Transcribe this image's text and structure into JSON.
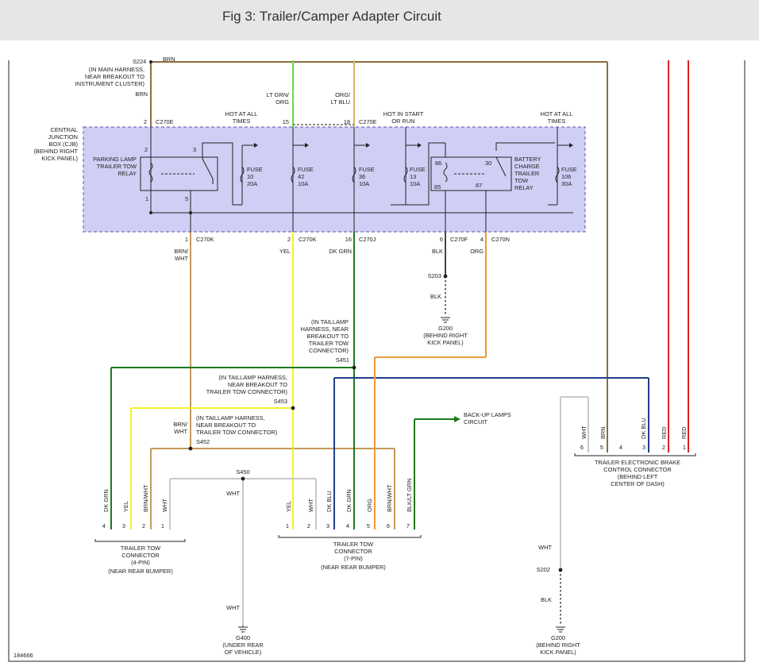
{
  "title": "Fig 3: Trailer/Camper Adapter Circuit",
  "figure_number": "184666",
  "colors": {
    "brn": "#8b6d3f",
    "ltgrn": "#66dd44",
    "ltblu_org": "#d9b56a",
    "wht": "#c8c8c8",
    "yel": "#f2f22a",
    "dkgrn": "#1e7a1e",
    "dkblu": "#1f3e8a",
    "org": "#e89c3a",
    "red": "#dd2222",
    "blk": "#222222",
    "cjb_fill": "#cfcff5",
    "cjb_border": "#5555aa"
  },
  "top": {
    "s224": "S224",
    "brn_top": "BRN",
    "s224_note": [
      "(IN MAIN HARNESS,",
      "NEAR BREAKOUT TO",
      "INSTRUMENT CLUSTER)"
    ],
    "brn": "BRN",
    "ltgrn_org": [
      "LT GRN/",
      "ORG"
    ],
    "org_ltblu": [
      "ORG/",
      "LT BLU"
    ],
    "pin2": "2",
    "c270e_a": "C270E",
    "pin15": "15",
    "pin18": "18",
    "c270e_b": "C270E",
    "hot_all_1": [
      "HOT AT ALL",
      "TIMES"
    ],
    "hot_start": [
      "HOT IN START",
      "OR RUN"
    ],
    "hot_all_2": [
      "HOT AT ALL",
      "TIMES"
    ]
  },
  "cjb": {
    "label": [
      "CENTRAL",
      "JUNCTION",
      "BOX (CJB)",
      "(BEHIND RIGHT",
      "KICK PANEL)"
    ],
    "relay1_label": [
      "PARKING LAMP",
      "TRAILER TOW",
      "RELAY"
    ],
    "relay1_pins": [
      "2",
      "3",
      "1",
      "5"
    ],
    "relay2_label": [
      "BATTERY",
      "CHARGE",
      "TRAILER",
      "TOW",
      "RELAY"
    ],
    "relay2_pins": [
      "86",
      "30",
      "85",
      "87"
    ],
    "fuses": [
      [
        "FUSE",
        "10",
        "20A"
      ],
      [
        "FUSE",
        "42",
        "10A"
      ],
      [
        "FUSE",
        "36",
        "10A"
      ],
      [
        "FUSE",
        "13",
        "10A"
      ],
      [
        "FUSE",
        "106",
        "30A"
      ]
    ]
  },
  "bottom_conn": {
    "p1": "1",
    "c270k_a": "C270K",
    "p2": "2",
    "c270k_b": "C270K",
    "p16": "16",
    "c270j": "C270J",
    "p6": "6",
    "c270f": "C270F",
    "p4": "4",
    "c270n": "C270N",
    "brn_wht": [
      "BRN/",
      "WHT"
    ],
    "yel": "YEL",
    "dkgrn": "DK GRN",
    "blk": "BLK",
    "org": "ORG"
  },
  "ground_right": {
    "s203": "S203",
    "blk": "BLK",
    "g200": "G200",
    "note": [
      "(BEHIND RIGHT",
      "KICK PANEL)"
    ]
  },
  "splices": {
    "s451_note": [
      "(IN TAILLAMP",
      "HARNESS, NEAR",
      "BREAKOUT TO",
      "TRAILER TOW",
      "CONNECTOR)"
    ],
    "s451": "S451",
    "s453_note": [
      "(IN TAILLAMP HARNESS,",
      "NEAR BREAKOUT TO",
      "TRAILER TOW CONNECTOR)"
    ],
    "s453": "S453",
    "s452_note": [
      "(IN TAILLAMP HARNESS,",
      "NEAR BREAKOUT TO",
      "TRAILER TOW CONNECTOR)"
    ],
    "s452": "S452",
    "s452_wire": [
      "BRN/",
      "WHT"
    ],
    "backup": [
      "BACK-UP LAMPS",
      "CIRCUIT"
    ],
    "s450": "S450",
    "wht": "WHT"
  },
  "conn4": {
    "wires": [
      "DK GRN",
      "YEL",
      "BRN/WHT",
      "WHT"
    ],
    "pins": [
      "4",
      "3",
      "2",
      "1"
    ],
    "label": [
      "TRAILER TOW",
      "CONNECTOR",
      "(4-PIN)",
      "(NEAR REAR BUMPER)"
    ]
  },
  "conn7": {
    "wires": [
      "YEL",
      "WHT",
      "DK BLU",
      "DK GRN",
      "ORG",
      "BRN/WHT",
      "BLK/LT GRN"
    ],
    "pins": [
      "1",
      "2",
      "3",
      "4",
      "5",
      "6",
      "7"
    ],
    "label": [
      "TRAILER TOW",
      "CONNECTOR",
      "(7-PIN)",
      "(NEAR REAR BUMPER)"
    ]
  },
  "g400": {
    "wht": "WHT",
    "name": "G400",
    "note": [
      "(UNDER REAR",
      "OF VEHICLE)"
    ]
  },
  "brake": {
    "wires": [
      "WHT",
      "BRN",
      "",
      "DK BLU",
      "RED",
      "RED"
    ],
    "pins": [
      "6",
      "5",
      "4",
      "3",
      "2",
      "1"
    ],
    "label": [
      "TRAILER ELECTRONIC BRAKE",
      "CONTROL CONNECTOR",
      "(BEHIND LEFT",
      "CENTER OF DASH)"
    ]
  },
  "ground_bottom": {
    "wht": "WHT",
    "s202": "S202",
    "blk": "BLK",
    "g200": "G200",
    "note": [
      "(BEHIND RIGHT",
      "KICK PANEL)"
    ]
  }
}
